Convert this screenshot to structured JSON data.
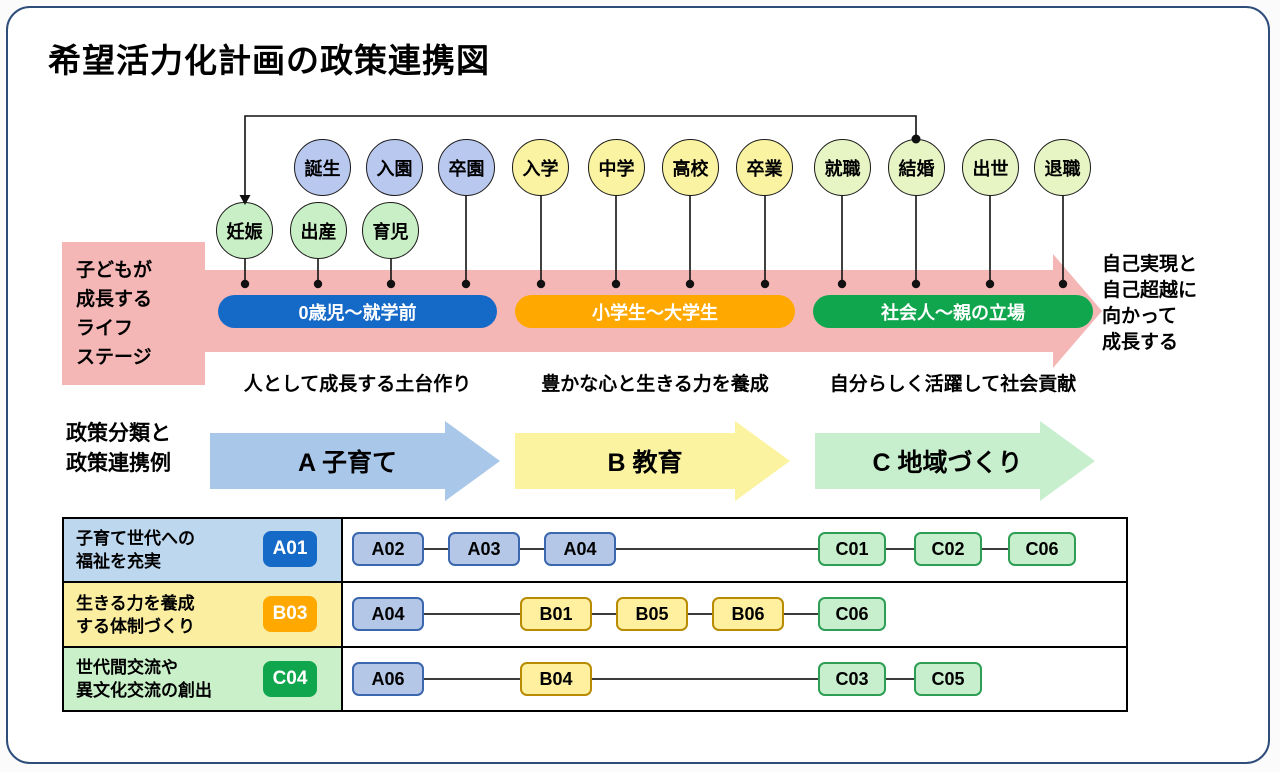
{
  "title": "希望活力化計画の政策連携図",
  "life_stage": {
    "events_upper": [
      "誕生",
      "入園",
      "卒園",
      "入学",
      "中学",
      "高校",
      "卒業",
      "就職",
      "結婚",
      "出世",
      "退職"
    ],
    "events_lower": [
      "妊娠",
      "出産",
      "育児"
    ],
    "left_box_lines": [
      "子どもが",
      "成長する",
      "ライフ",
      "ステージ"
    ],
    "right_label_lines": [
      "自己実現と",
      "自己超越に",
      "向かって",
      "成長する"
    ],
    "stages": [
      {
        "label": "0歳児〜就学前",
        "color": "#1569c7"
      },
      {
        "label": "小学生〜大学生",
        "color": "#ffa800"
      },
      {
        "label": "社会人〜親の立場",
        "color": "#10a64e"
      }
    ],
    "captions": [
      "人として成長する土台作り",
      "豊かな心と生きる力を養成",
      "自分らしく活躍して社会貢献"
    ]
  },
  "policy": {
    "side_label_lines": [
      "政策分類と",
      "政策連携例"
    ],
    "arrows": [
      {
        "label": "A 子育て",
        "color": "#a9c7e8"
      },
      {
        "label": "B 教育",
        "color": "#fbf3a0"
      },
      {
        "label": "C 地域づくり",
        "color": "#c7eecd"
      }
    ]
  },
  "matrix": {
    "rows": [
      {
        "heading_lines": [
          "子育て世代への",
          "福祉を充実"
        ],
        "badge": {
          "label": "A01",
          "color": "#1569c7"
        },
        "row_color": "#bdd7ee",
        "boxes": [
          {
            "label": "A02",
            "type": "blue"
          },
          {
            "label": "A03",
            "type": "blue"
          },
          {
            "label": "A04",
            "type": "blue"
          },
          {
            "label": "C01",
            "type": "green"
          },
          {
            "label": "C02",
            "type": "green"
          },
          {
            "label": "C06",
            "type": "green"
          }
        ]
      },
      {
        "heading_lines": [
          "生きる力を養成",
          "する体制づくり"
        ],
        "badge": {
          "label": "B03",
          "color": "#ffa800"
        },
        "row_color": "#fbeea0",
        "boxes": [
          {
            "label": "A04",
            "type": "blue"
          },
          {
            "label": "B01",
            "type": "yellow"
          },
          {
            "label": "B05",
            "type": "yellow"
          },
          {
            "label": "B06",
            "type": "yellow"
          },
          {
            "label": "C06",
            "type": "green"
          }
        ]
      },
      {
        "heading_lines": [
          "世代間交流や",
          "異文化交流の創出"
        ],
        "badge": {
          "label": "C04",
          "color": "#10a64e"
        },
        "row_color": "#caf0ca",
        "boxes": [
          {
            "label": "A06",
            "type": "blue"
          },
          {
            "label": "B04",
            "type": "yellow"
          },
          {
            "label": "C03",
            "type": "green"
          },
          {
            "label": "C05",
            "type": "green"
          }
        ]
      }
    ]
  },
  "colors": {
    "card_border": "#2e4d7b",
    "stage_arrow_pink": "#f5b6b6",
    "circle_green": "#c8efc6",
    "circle_blue": "#b9c8ef",
    "circle_yellow": "#faf3a2",
    "circle_lime": "#e7f5c5",
    "node_blue": "#b4c7e7",
    "node_yellow": "#fff0a0",
    "node_green": "#c8efcd",
    "line": "#111111"
  }
}
